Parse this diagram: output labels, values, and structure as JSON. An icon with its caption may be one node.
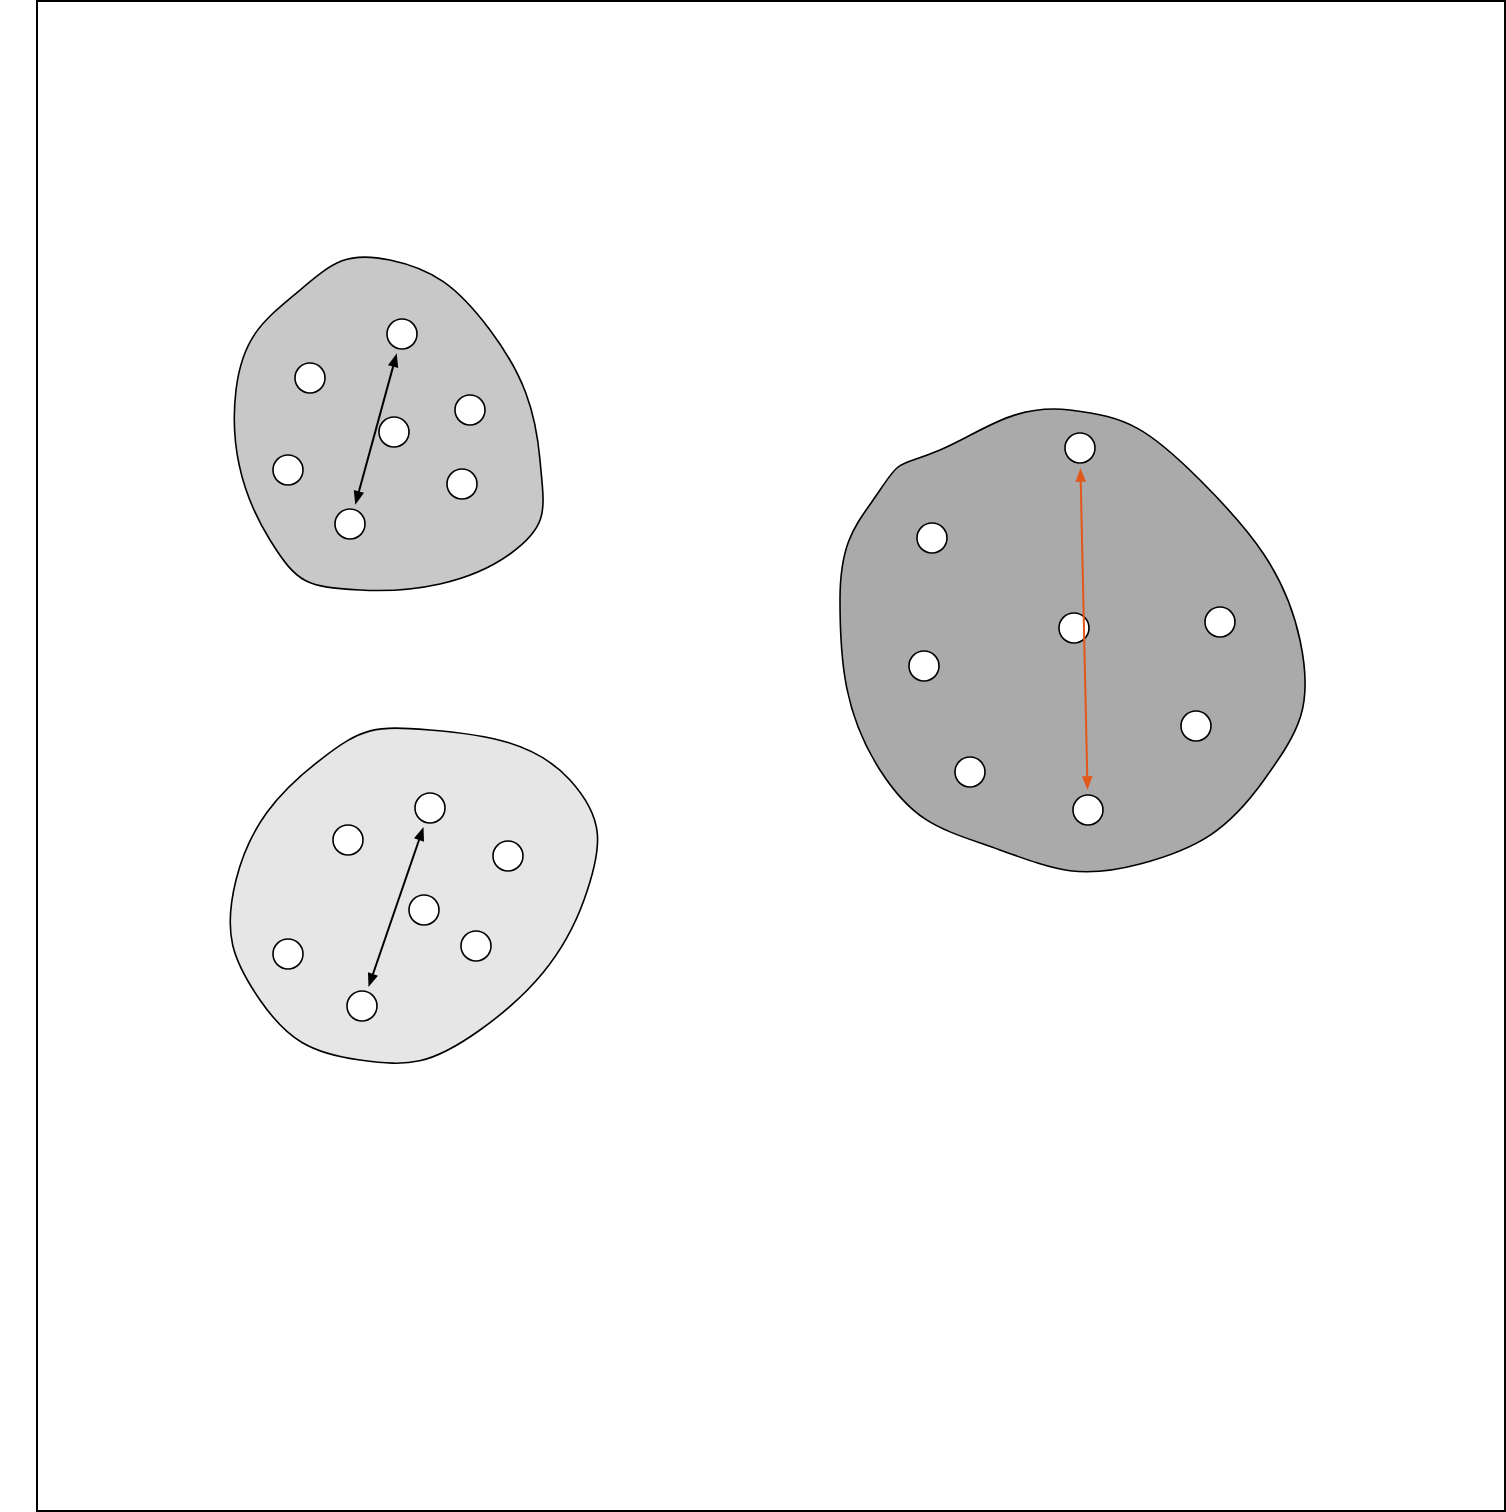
{
  "diagram": {
    "nodes": [
      {
        "text": [],
        "shape": "blob"
      },
      {
        "text": [],
        "shape": "circle",
        "in": 0
      },
      {
        "text": [],
        "shape": "circle",
        "in": 0
      },
      {
        "text": [],
        "shape": "circle",
        "in": 0
      },
      {
        "text": [],
        "shape": "circle",
        "in": 0
      },
      {
        "text": [],
        "shape": "circle",
        "in": 0
      },
      {
        "text": [],
        "shape": "circle",
        "in": 0
      },
      {
        "text": [],
        "shape": "circle",
        "in": 0
      },
      {
        "text": [],
        "shape": "blob"
      },
      {
        "text": [],
        "shape": "circle",
        "in": 8
      },
      {
        "text": [],
        "shape": "circle",
        "in": 8
      },
      {
        "text": [],
        "shape": "circle",
        "in": 8
      },
      {
        "text": [],
        "shape": "circle",
        "in": 8
      },
      {
        "text": [],
        "shape": "circle",
        "in": 8
      },
      {
        "text": [],
        "shape": "circle",
        "in": 8
      },
      {
        "text": [],
        "shape": "circle",
        "in": 8
      },
      {
        "text": [],
        "shape": "circle",
        "in": 8
      },
      {
        "text": [],
        "shape": "blob"
      },
      {
        "text": [],
        "shape": "circle",
        "in": 17
      },
      {
        "text": [],
        "shape": "circle",
        "in": 17
      },
      {
        "text": [],
        "shape": "circle",
        "in": 17
      },
      {
        "text": [],
        "shape": "circle",
        "in": 17
      },
      {
        "text": [],
        "shape": "circle",
        "in": 17
      },
      {
        "text": [],
        "shape": "circle",
        "in": 17
      },
      {
        "text": [],
        "shape": "circle",
        "in": 17
      }
    ],
    "edges": [
      {
        "from": 1,
        "to": 7,
        "arrow": "both"
      },
      {
        "from": 9,
        "to": 16,
        "arrow": "both",
        "color": "#e2581c"
      },
      {
        "from": 18,
        "to": 24,
        "arrow": "both"
      }
    ]
  }
}
